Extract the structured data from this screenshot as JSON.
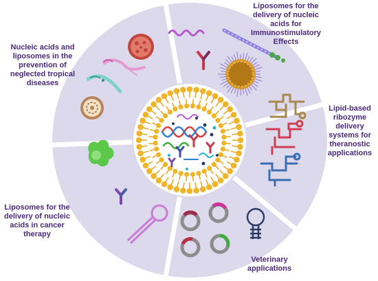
{
  "figure": {
    "colors": {
      "sector_fill": "#dcd9ec",
      "sector_gap": "#ffffff",
      "label_text": "#4a2a7a",
      "lipid_head": "#f0b428",
      "lipid_tail": "#e6a520",
      "center_fill": "#ffffff"
    },
    "sectors": [
      {
        "id": "tropical",
        "label": "Nucleic acids and\nliposomes in the\nprevention of\nneglected tropical\ndiseases"
      },
      {
        "id": "immuno",
        "label": "Liposomes for the\ndelivery of nucleic\nacids for\nImmunostimulatory\nEffects"
      },
      {
        "id": "ribozyme",
        "label": "Lipid-based\nribozyme\ndelivery\nsystems for\ntheranostic\napplications"
      },
      {
        "id": "cancer",
        "label": "Liposomes for the\ndelivery of nucleic\nacids in cancer\ntherapy"
      },
      {
        "id": "veterinary",
        "label": "Veterinary\napplications"
      }
    ],
    "icons": [
      "virus-icon",
      "trypanosome-icon",
      "antibody-icon",
      "bacteriophage-icon",
      "mrna-strand-icon",
      "nanoparticle-icon",
      "adjuvant-rod-icon",
      "ribozyme-structure-icon",
      "tumor-cell-icon",
      "hairpin-rna-icon",
      "circular-plasmid-icon",
      "liposome-icon",
      "dna-helix-icon"
    ]
  }
}
